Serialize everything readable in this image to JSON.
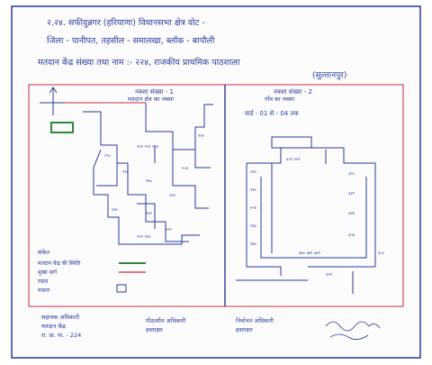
{
  "header": {
    "line1": "२.२४. सफीदुन्नगर (हरियाणा) विधानसभा क्षेत्र वोट -",
    "line2": "जिला - पानीपत, तहसील - समालखा, ब्लॉक - बापौली",
    "line3": "मतदान केंद्र संख्या तथा नाम :- २२४, राजकीय प्राथमिक पाठशाला",
    "line4": "(सुल्तानपुर)"
  },
  "left_map": {
    "heading": "नक्शा संख्या - 1",
    "subheading": "मतदान क्षेत्र का नक्शा",
    "legend": {
      "title": "संकेत",
      "items": [
        "मतदान केंद्र की स्थिति",
        "मुख्य मार्ग",
        "रास्ता",
        "मकान"
      ]
    }
  },
  "right_map": {
    "heading": "नक्शा संख्या - 2",
    "subheading": "गाँव का नक्शा",
    "note": "वार्ड - 01 से - 04 तक"
  },
  "footer": {
    "left_block": [
      "सहायक अधिकारी",
      "मतदान केंद्र",
      "रा. प्रा. पा. - 224"
    ],
    "center_block": [
      "पीठासीन अधिकारी",
      "हस्ताक्षर"
    ],
    "right_block": [
      "निर्वाचन अधिकारी",
      "हस्ताक्षर"
    ]
  },
  "colors": {
    "ink": "#2a3a9a",
    "border": "#3344aa",
    "accent_red": "#c0303a",
    "accent_green": "#2a8a3a"
  }
}
